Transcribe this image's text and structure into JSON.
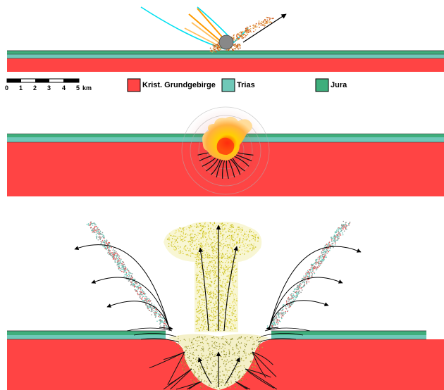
{
  "scale_bar": {
    "ticks": [
      "0",
      "1",
      "2",
      "3",
      "4",
      "5"
    ],
    "unit": "km"
  },
  "legend": [
    {
      "label": "Krist. Grundgebirge",
      "color": "#ff4444"
    },
    {
      "label": "Trias",
      "color": "#6fc8b8"
    },
    {
      "label": "Jura",
      "color": "#3fae7c"
    }
  ],
  "colors": {
    "basement": "#ff4444",
    "trias": "#6fc8b8",
    "jura": "#3fae7c",
    "ejecta_yellow": "#e8e070",
    "trajectory": "#00e0f0",
    "fireball_orange": "#ffb000",
    "meteor": "#888888"
  },
  "icons": [
    "arrow-icon",
    "meteorite-icon"
  ]
}
